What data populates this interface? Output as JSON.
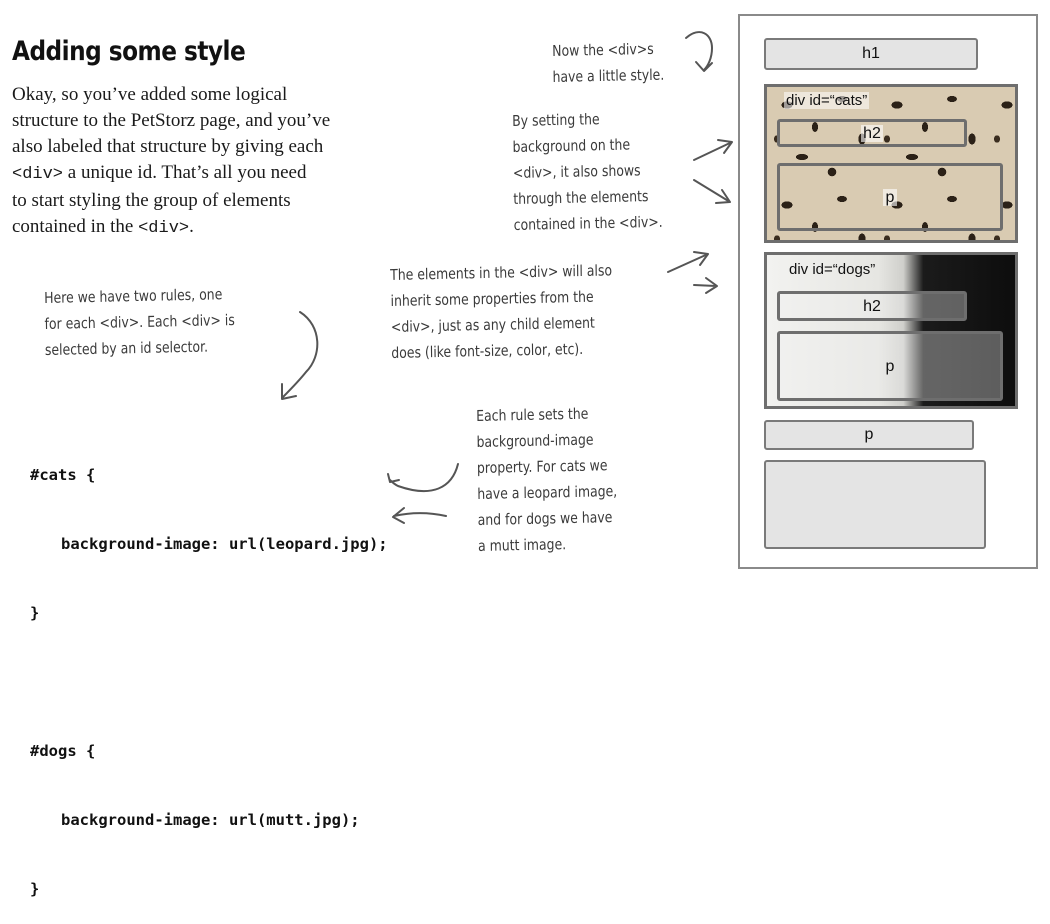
{
  "heading": "Adding some style",
  "intro": {
    "line1": "Okay, so you’ve added some logical",
    "line2": "structure to the PetStorz page, and you’ve",
    "line3": "also labeled that structure by giving each",
    "line4_tag": "<div>",
    "line4_rest": " a unique id. That’s all you need",
    "line5": "to start styling the group of elements",
    "line6_pre": "contained in the ",
    "line6_tag": "<div>",
    "line6_post": "."
  },
  "notes": {
    "now_style": "Now the <div>s\nhave a little style.",
    "background": "By setting the\nbackground on the\n<div>, it also shows\nthrough the elements\ncontained in the <div>.",
    "inherit": "The elements in the <div> will also\ninherit some properties from the\n<div>, just as any child element\ndoes (like font-size, color, etc).",
    "two_rules": "Here we have two rules, one\nfor each <div>. Each <div> is\nselected by an id selector.",
    "each_rule": "Each rule sets the\nbackground-image\nproperty. For cats we\nhave a leopard image,\nand for dogs we have\na mutt image."
  },
  "code": {
    "cats_open": "#cats {",
    "cats_prop": "background-image: url(leopard.jpg);",
    "cats_close": "}",
    "dogs_open": "#dogs {",
    "dogs_prop": "background-image: url(mutt.jpg);",
    "dogs_close": "}"
  },
  "diagram": {
    "h1": "h1",
    "cats_label": "div id=“cats”",
    "cats_h2": "h2",
    "cats_p": "p",
    "dogs_label": "div id=“dogs”",
    "dogs_h2": "h2",
    "dogs_p": "p",
    "bottom_p": "p"
  }
}
